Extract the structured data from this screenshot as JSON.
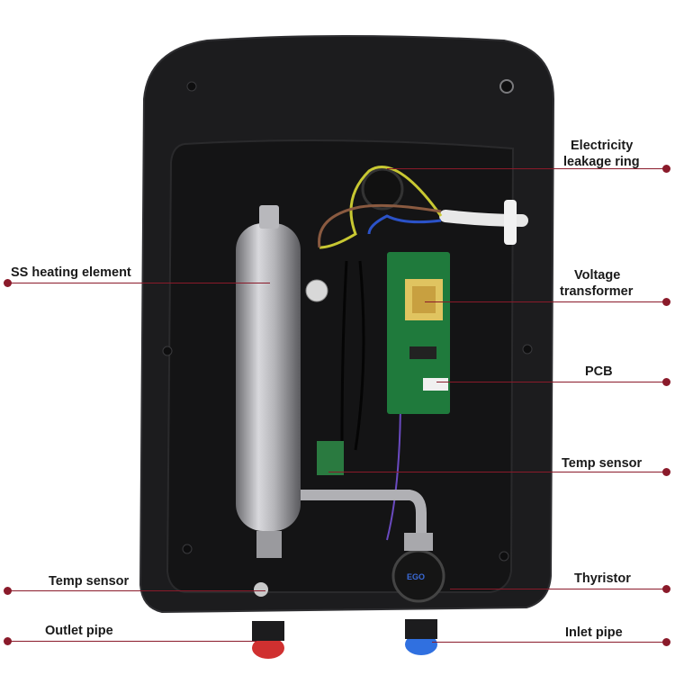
{
  "image": {
    "subject": "electric-water-heater-interior",
    "accent_color": "#8a1a2a",
    "case_color": "#1b1b1d"
  },
  "callouts": {
    "leakage_ring": {
      "line1": "Electricity",
      "line2": "leakage ring"
    },
    "heating_element": {
      "text": "SS heating element"
    },
    "voltage_transformer": {
      "line1": "Voltage",
      "line2": "transformer"
    },
    "pcb": {
      "text": "PCB"
    },
    "temp_sensor_right": {
      "text": "Temp sensor"
    },
    "temp_sensor_left": {
      "text": "Temp sensor"
    },
    "thyristor": {
      "text": "Thyristor"
    },
    "outlet_pipe": {
      "text": "Outlet pipe"
    },
    "inlet_pipe": {
      "text": "Inlet pipe"
    }
  },
  "components": {
    "flow_sensor_brand": "EGO"
  }
}
